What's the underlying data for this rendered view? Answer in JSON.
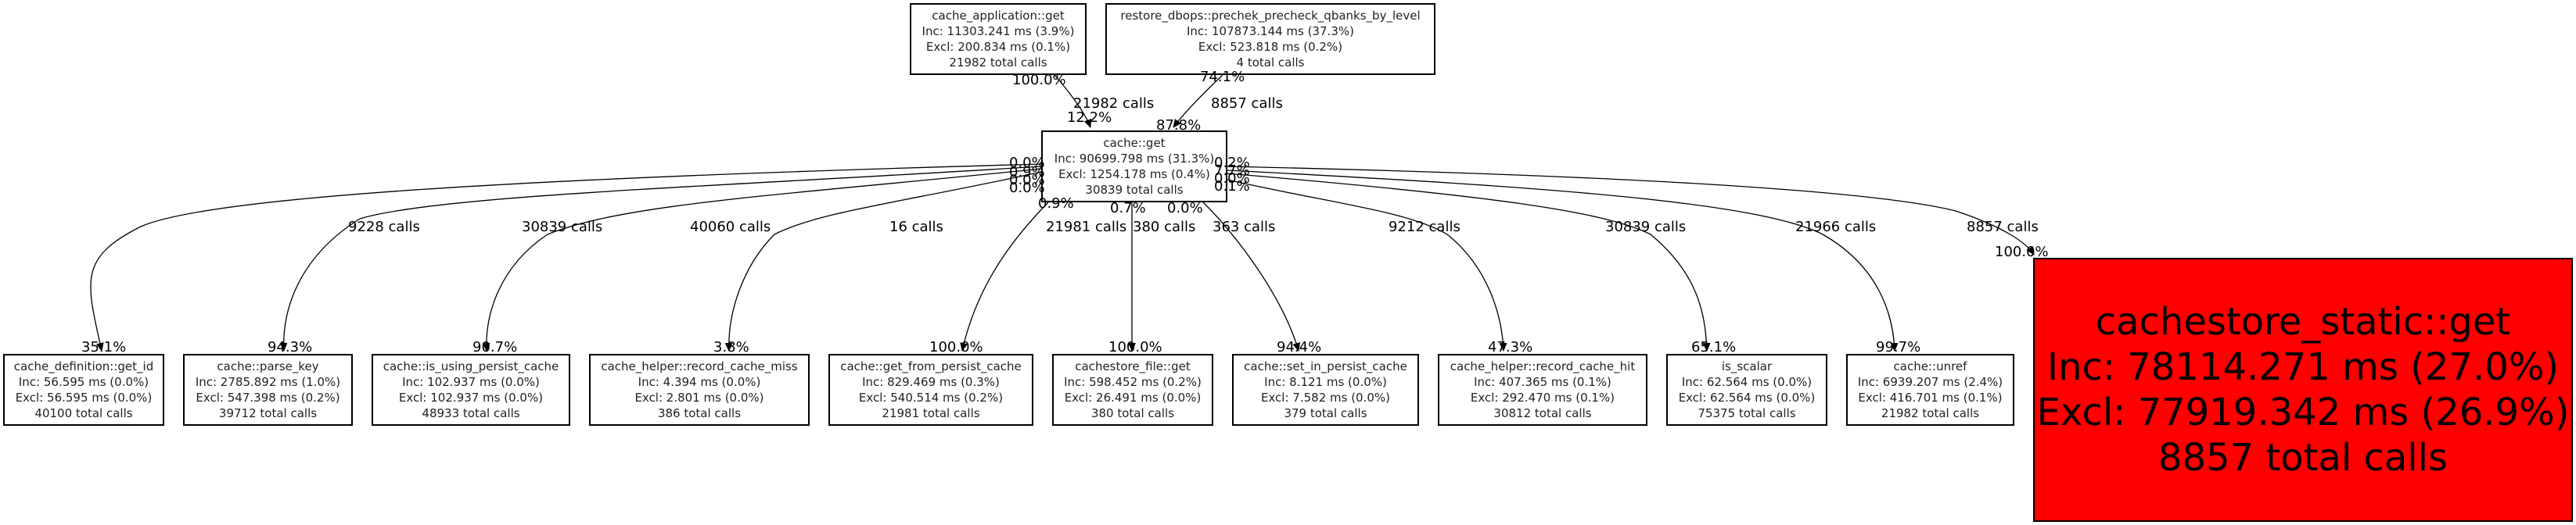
{
  "nodes": {
    "app_get": {
      "name": "cache_application::get",
      "inc": "Inc: 11303.241 ms (3.9%)",
      "excl": "Excl: 200.834 ms (0.1%)",
      "calls": "21982 total calls",
      "color": "#ffffff"
    },
    "restore": {
      "name": "restore_dbops::prechek_precheck_qbanks_by_level",
      "inc": "Inc: 107873.144 ms (37.3%)",
      "excl": "Excl: 523.818 ms (0.2%)",
      "calls": "4 total calls",
      "color": "#ffffff"
    },
    "cache_get": {
      "name": "cache::get",
      "inc": "Inc: 90699.798 ms (31.3%)",
      "excl": "Excl: 1254.178 ms (0.4%)",
      "calls": "30839 total calls",
      "color": "#ffffff"
    },
    "def_get_id": {
      "name": "cache_definition::get_id",
      "inc": "Inc: 56.595 ms (0.0%)",
      "excl": "Excl: 56.595 ms (0.0%)",
      "calls": "40100 total calls",
      "color": "#ffffff"
    },
    "parse_key": {
      "name": "cache::parse_key",
      "inc": "Inc: 2785.892 ms (1.0%)",
      "excl": "Excl: 547.398 ms (0.2%)",
      "calls": "39712 total calls",
      "color": "#ffffff"
    },
    "is_persist": {
      "name": "cache::is_using_persist_cache",
      "inc": "Inc: 102.937 ms (0.0%)",
      "excl": "Excl: 102.937 ms (0.0%)",
      "calls": "48933 total calls",
      "color": "#ffffff"
    },
    "miss": {
      "name": "cache_helper::record_cache_miss",
      "inc": "Inc: 4.394 ms (0.0%)",
      "excl": "Excl: 2.801 ms (0.0%)",
      "calls": "386 total calls",
      "color": "#ffffff"
    },
    "from_persist": {
      "name": "cache::get_from_persist_cache",
      "inc": "Inc: 829.469 ms (0.3%)",
      "excl": "Excl: 540.514 ms (0.2%)",
      "calls": "21981 total calls",
      "color": "#ffffff"
    },
    "file_get": {
      "name": "cachestore_file::get",
      "inc": "Inc: 598.452 ms (0.2%)",
      "excl": "Excl: 26.491 ms (0.0%)",
      "calls": "380 total calls",
      "color": "#ffffff"
    },
    "set_persist": {
      "name": "cache::set_in_persist_cache",
      "inc": "Inc: 8.121 ms (0.0%)",
      "excl": "Excl: 7.582 ms (0.0%)",
      "calls": "379 total calls",
      "color": "#ffffff"
    },
    "hit": {
      "name": "cache_helper::record_cache_hit",
      "inc": "Inc: 407.365 ms (0.1%)",
      "excl": "Excl: 292.470 ms (0.1%)",
      "calls": "30812 total calls",
      "color": "#ffffff"
    },
    "is_scalar": {
      "name": "is_scalar",
      "inc": "Inc: 62.564 ms (0.0%)",
      "excl": "Excl: 62.564 ms (0.0%)",
      "calls": "75375 total calls",
      "color": "#ffffff"
    },
    "unref": {
      "name": "cache::unref",
      "inc": "Inc: 6939.207 ms (2.4%)",
      "excl": "Excl: 416.701 ms (0.1%)",
      "calls": "21982 total calls",
      "color": "#ffffff"
    },
    "static_get": {
      "name": "cachestore_static::get",
      "inc": "Inc: 78114.271 ms (27.0%)",
      "excl": "Excl: 77919.342 ms (26.9%)",
      "calls": "8857 total calls",
      "color": "#ff0000"
    }
  },
  "edges": [
    {
      "from": "app_get",
      "to": "cache_get",
      "calls": "21982 calls",
      "src_pct": "100.0%",
      "dst_pct": "12.2%"
    },
    {
      "from": "restore",
      "to": "cache_get",
      "calls": "8857 calls",
      "src_pct": "74.1%",
      "dst_pct": "87.8%"
    },
    {
      "from": "cache_get",
      "to": "def_get_id",
      "calls": "9228 calls",
      "src_pct": "0.0%",
      "dst_pct": "35.1%"
    },
    {
      "from": "cache_get",
      "to": "parse_key",
      "calls": "30839 calls",
      "src_pct": "0.9%",
      "dst_pct": "94.3%"
    },
    {
      "from": "cache_get",
      "to": "is_persist",
      "calls": "40060 calls",
      "src_pct": "0.0%",
      "dst_pct": "90.7%"
    },
    {
      "from": "cache_get",
      "to": "miss",
      "calls": "16 calls",
      "src_pct": "0.0%",
      "dst_pct": "3.8%"
    },
    {
      "from": "cache_get",
      "to": "from_persist",
      "calls": "21981 calls",
      "src_pct": "0.9%",
      "dst_pct": "100.0%"
    },
    {
      "from": "cache_get",
      "to": "file_get",
      "calls": "380 calls",
      "src_pct": "0.7%",
      "dst_pct": "100.0%"
    },
    {
      "from": "cache_get",
      "to": "set_persist",
      "calls": "363 calls",
      "src_pct": "0.0%",
      "dst_pct": "94.4%"
    },
    {
      "from": "cache_get",
      "to": "hit",
      "calls": "9212 calls",
      "src_pct": "0.1%",
      "dst_pct": "47.3%"
    },
    {
      "from": "cache_get",
      "to": "is_scalar",
      "calls": "30839 calls",
      "src_pct": "0.0%",
      "dst_pct": "65.1%"
    },
    {
      "from": "cache_get",
      "to": "unref",
      "calls": "21966 calls",
      "src_pct": "7.7%",
      "dst_pct": "99.7%"
    },
    {
      "from": "cache_get",
      "to": "static_get",
      "calls": "8857 calls",
      "src_pct": "0.2%",
      "dst_pct": "100.0%"
    }
  ]
}
